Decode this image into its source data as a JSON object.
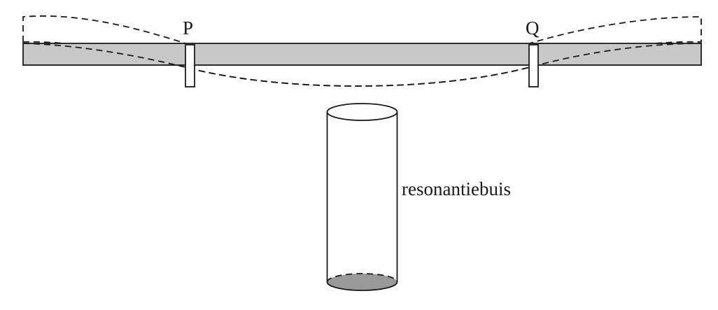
{
  "labels": {
    "support_left": "P",
    "support_right": "Q",
    "tube": "resonantiebuis"
  },
  "colors": {
    "rod_fill": "#c8c8c8",
    "tube_bottom_fill": "#999999",
    "stroke": "#1a1a1a",
    "background": "#ffffff"
  }
}
